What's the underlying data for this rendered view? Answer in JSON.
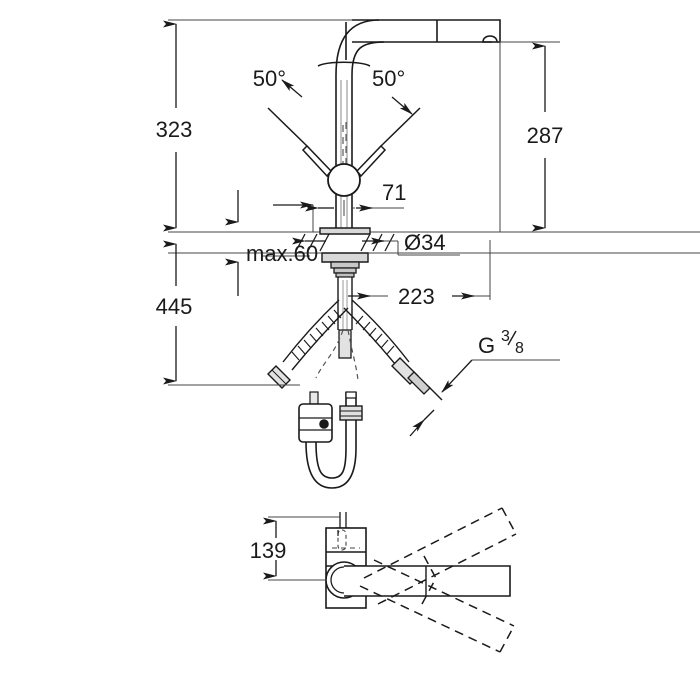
{
  "drawing": {
    "title": "Kitchen mixer tap technical dimension drawing",
    "line_color": "#1a1a1a",
    "background_color": "#ffffff",
    "dim_line_color": "#444444",
    "views": [
      {
        "name": "front-elevation-view"
      },
      {
        "name": "plan-swivel-view"
      }
    ]
  },
  "dimensions": {
    "height_total": "323",
    "height_spout": "287",
    "height_below": "445",
    "max_thickness": "max.60",
    "offset_71": "71",
    "hole_dia": "Ø34",
    "reach_223": "223",
    "plan_height": "139",
    "angle_left": "50°",
    "angle_right": "50°"
  },
  "labels": {
    "thread": {
      "prefix": "G",
      "numerator": "3",
      "denominator": "8"
    }
  },
  "icons": {
    "arrow": "dimension-arrow",
    "hatch": "section-hatching"
  }
}
